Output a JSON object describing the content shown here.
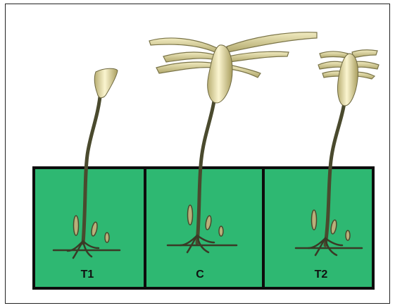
{
  "panels": [
    {
      "label": "T1",
      "state": "stalk-only"
    },
    {
      "label": "C",
      "state": "full-regeneration"
    },
    {
      "label": "T2",
      "state": "short-regeneration"
    }
  ],
  "colors": {
    "soil": "#2eb872",
    "soil_border": "#0d0d0d",
    "stalk": "#4a4a2e",
    "cap": "#e6dca5",
    "whorl": "#d8d098",
    "roots": "#3a3a26"
  }
}
